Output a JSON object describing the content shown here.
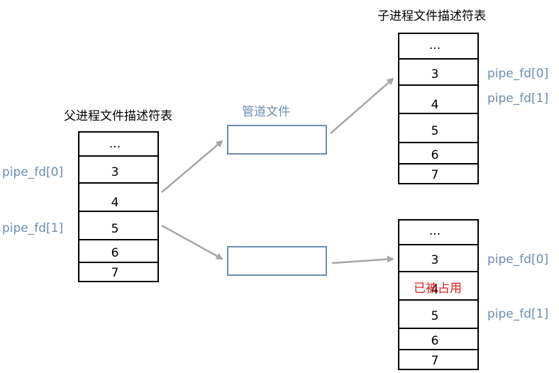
{
  "parent_table": {
    "title": "父进程文件描述符表",
    "cells": [
      "...",
      "3",
      "4",
      "5",
      "6",
      "7"
    ],
    "labels": [
      "pipe_fd[0]",
      "pipe_fd[1]"
    ]
  },
  "pipe": {
    "title": "管道文件"
  },
  "child_table_top": {
    "title": "子进程文件描述符表",
    "cells": [
      "...",
      "3",
      "4",
      "5",
      "6",
      "7"
    ],
    "labels": [
      "pipe_fd[0]",
      "pipe_fd[1]"
    ]
  },
  "child_table_bottom": {
    "cells": [
      "...",
      "3",
      "4",
      "5",
      "6",
      "7"
    ],
    "labels": [
      "pipe_fd[0]",
      "pipe_fd[1]"
    ],
    "occupied_note": "已被占用"
  },
  "colors": {
    "label": "#6b8cb3",
    "pipe_border": "#6b8cb3",
    "arrow": "#a6a6a6",
    "occupied": "#e02020"
  }
}
